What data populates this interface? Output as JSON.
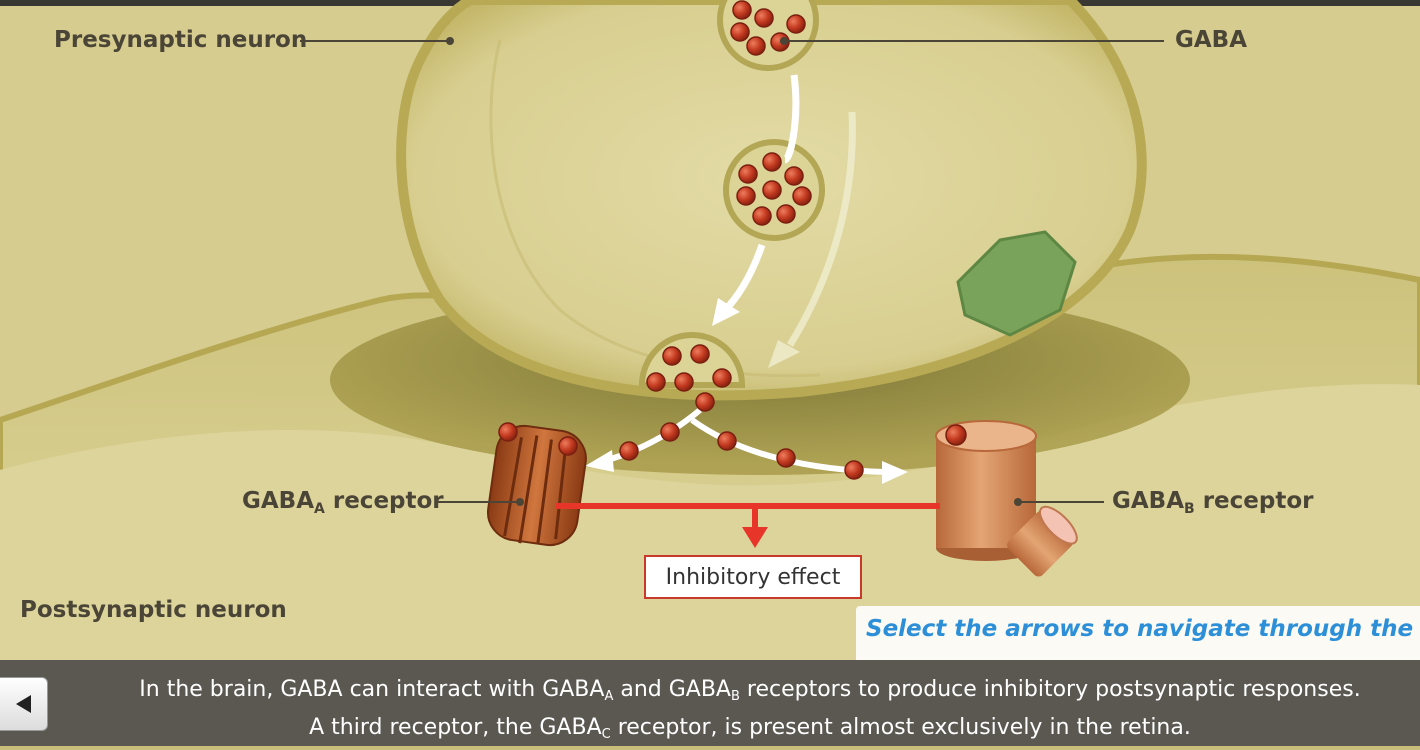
{
  "labels": {
    "presynaptic": "Presynaptic neuron",
    "gaba": "GABA",
    "gabaa_main": "GABA",
    "gabaa_sub": "A",
    "gabaa_tail": " receptor",
    "gabab_main": "GABA",
    "gabab_sub": "B",
    "gabab_tail": " receptor",
    "postsynaptic": "Postsynaptic neuron",
    "inhibitory": "Inhibitory effect"
  },
  "hint": "Select the arrows to navigate through the slides",
  "caption": {
    "l1_a": "In the brain, GABA can interact with GABA",
    "l1_sub1": "A",
    "l1_b": " and GABA",
    "l1_sub2": "B",
    "l1_c": " receptors to produce inhibitory postsynaptic responses.",
    "l2_a": "A third receptor, the GABA",
    "l2_sub": "C",
    "l2_b": " receptor, is present almost exclusively in the retina."
  },
  "nav": {
    "prev_icon": "triangle-left-icon"
  },
  "colors": {
    "cytoplasm": "#dcd396",
    "membrane": "#b8aa55",
    "gaba": "#c2391f",
    "receptor": "#d9925a",
    "inhibit_line": "#e8352a",
    "hint_text": "#2d8fd8",
    "caption_bar": "#5b5852"
  }
}
